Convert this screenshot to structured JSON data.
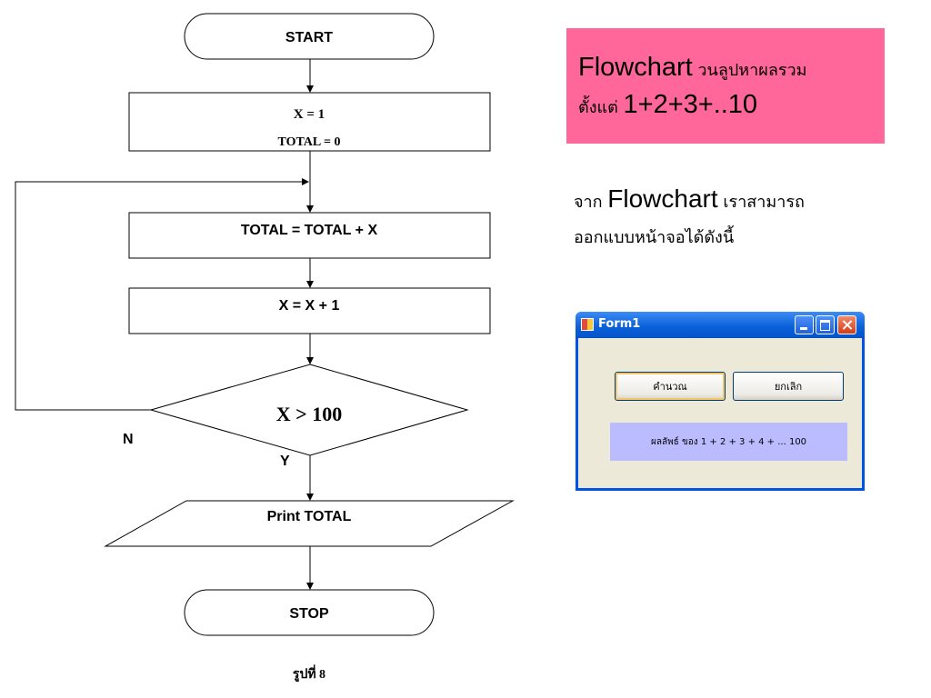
{
  "flowchart": {
    "start": "START",
    "init_x": "X = 1",
    "init_total": "TOTAL = 0",
    "accumulate": "TOTAL = TOTAL + X",
    "increment": "X = X + 1",
    "condition": "X > 100",
    "no_label": "N",
    "yes_label": "Y",
    "output": "Print TOTAL",
    "stop": "STOP",
    "caption": "รูปที่ 8"
  },
  "title_box": {
    "word": "Flowchart",
    "thai_1": " วนลูปหาผลรวม",
    "thai_2": "ตั้งแต่ ",
    "sequence": "1+2+3+..10",
    "background": "#ff6699"
  },
  "description": {
    "prefix": "จาก ",
    "word": "Flowchart",
    "suffix": " เราสามารถ",
    "line2": "ออกแบบหน้าจอได้ดังนี้"
  },
  "form_window": {
    "title": "Form1",
    "calc_button": "คำนวณ",
    "cancel_button": "ยกเลิก",
    "result_text": "ผลลัพธ์ ของ  1 + 2 + 3 + 4 + ... 100",
    "result_background": "#bbbbff"
  }
}
